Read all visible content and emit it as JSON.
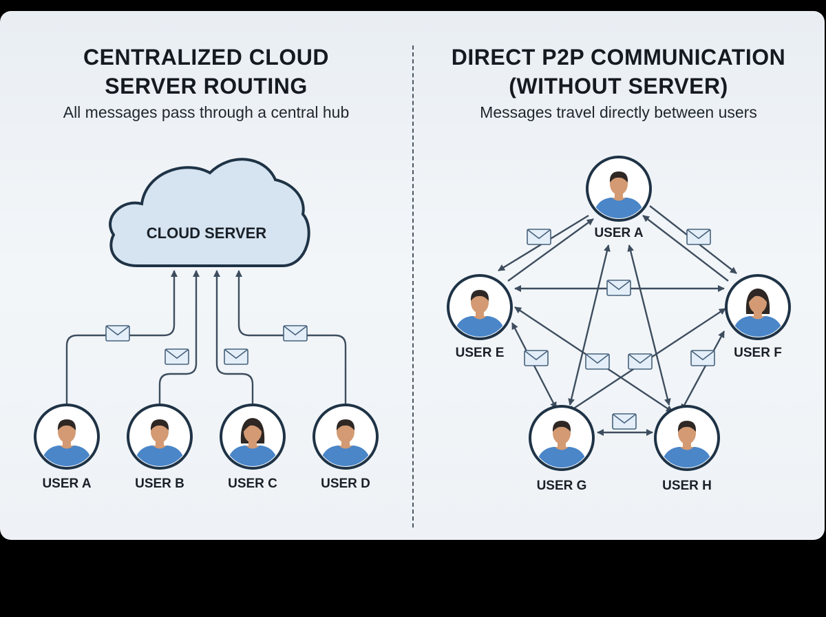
{
  "left": {
    "title_line1": "CENTRALIZED CLOUD",
    "title_line2": "SERVER ROUTING",
    "subtitle": "All messages pass through a central hub",
    "cloud_label": "CLOUD SERVER",
    "users": [
      {
        "label": "USER A",
        "gender": "male"
      },
      {
        "label": "USER B",
        "gender": "male"
      },
      {
        "label": "USER C",
        "gender": "female"
      },
      {
        "label": "USER D",
        "gender": "male"
      }
    ]
  },
  "right": {
    "title_line1": "DIRECT P2P COMMUNICATION",
    "title_line2": "(WITHOUT SERVER)",
    "subtitle": "Messages travel directly between users",
    "users": [
      {
        "label": "USER A",
        "gender": "male"
      },
      {
        "label": "USER E",
        "gender": "male"
      },
      {
        "label": "USER F",
        "gender": "female"
      },
      {
        "label": "USER G",
        "gender": "male"
      },
      {
        "label": "USER H",
        "gender": "male"
      }
    ]
  },
  "colors": {
    "ring": "#1f3346",
    "shirt": "#4a86c8",
    "skin": "#d39a73",
    "hair": "#2e2724",
    "cloud_fill": "#d5e4f0",
    "line": "#3d4d5e",
    "envelope_fill": "#e3eef8",
    "envelope_stroke": "#46607a"
  },
  "icons": {
    "avatar": "user-avatar-icon",
    "message": "envelope-icon",
    "server": "cloud-icon"
  }
}
